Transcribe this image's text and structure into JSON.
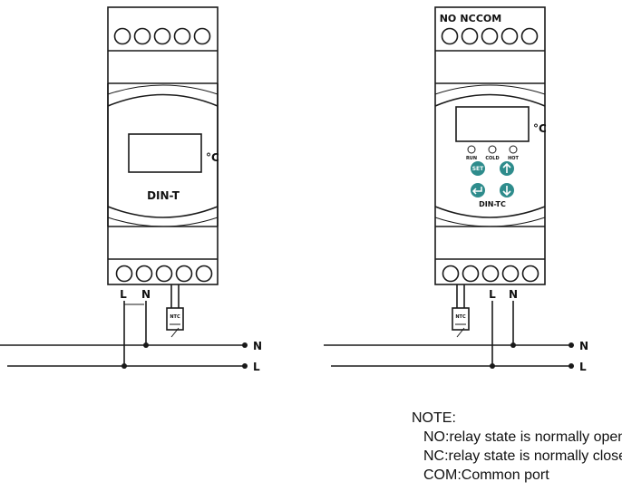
{
  "device_left": {
    "model_label": "DIN-T",
    "unit_label": "°C",
    "bottom_terminal_labels": [
      "L",
      "N"
    ],
    "sensor_label": "NTC"
  },
  "device_right": {
    "top_terminal_labels": [
      "NO",
      "NC",
      "COM"
    ],
    "model_label": "DIN-TC",
    "unit_label": "°C",
    "indicators": [
      "RUN",
      "COLD",
      "HOT"
    ],
    "buttons": {
      "set": "SET"
    },
    "bottom_terminal_labels": [
      "L",
      "N"
    ],
    "sensor_label": "NTC"
  },
  "wiring": {
    "line_labels": [
      "N",
      "L"
    ]
  },
  "note": {
    "title": "NOTE:",
    "items": [
      "NO:relay state is normally open",
      "NC:relay state is normally close",
      "COM:Common port"
    ]
  },
  "colors": {
    "button": "#2e8c8c",
    "stroke": "#1a1a1a"
  }
}
